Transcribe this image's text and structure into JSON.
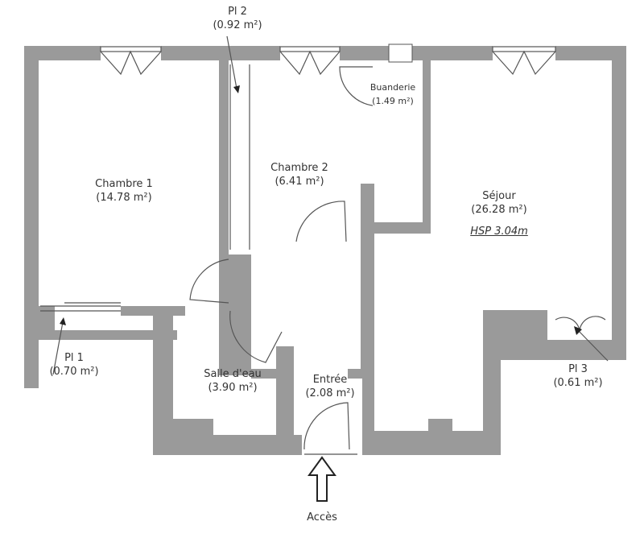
{
  "rooms": {
    "chambre1": {
      "name": "Chambre 1",
      "area": "(14.78 m²)"
    },
    "chambre2": {
      "name": "Chambre 2",
      "area": "(6.41 m²)"
    },
    "buanderie": {
      "name": "Buanderie",
      "area": "(1.49 m²)"
    },
    "sejour": {
      "name": "Séjour",
      "area": "(26.28 m²)",
      "note": "HSP 3.04m"
    },
    "salle_eau": {
      "name": "Salle d'eau",
      "area": "(3.90 m²)"
    },
    "entree": {
      "name": "Entrée",
      "area": "(2.08 m²)"
    },
    "pl1": {
      "name": "Pl 1",
      "area": "(0.70 m²)"
    },
    "pl2": {
      "name": "Pl 2",
      "area": "(0.92 m²)"
    },
    "pl3": {
      "name": "Pl 3",
      "area": "(0.61 m²)"
    }
  },
  "access_label": "Accès",
  "colors": {
    "wall": "#9a9a9a",
    "line": "#555555"
  }
}
